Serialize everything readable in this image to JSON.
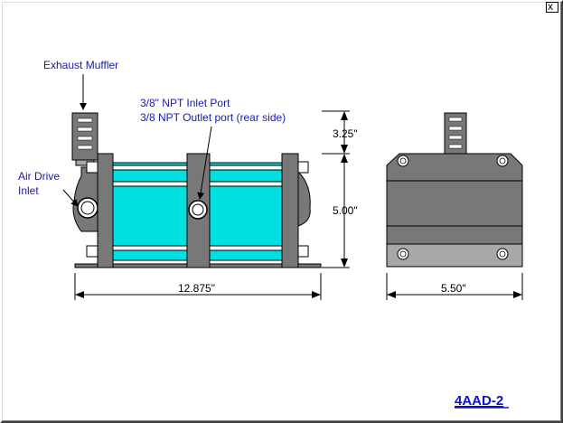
{
  "labels": {
    "exhaust_muffler": "Exhaust Muffler",
    "inlet_port": "3/8\" NPT Inlet Port",
    "outlet_port": "3/8 NPT Outlet port (rear side)",
    "air_drive_line1": "Air Drive",
    "air_drive_line2": "Inlet"
  },
  "dimensions": {
    "length": "12.875\"",
    "width": "5.50\"",
    "height_body": "5.00\"",
    "height_muffler": "3.25\""
  },
  "model": "4AAD-2",
  "window": {
    "close_glyph": "x"
  },
  "colors": {
    "cylinder": "#00e0e0",
    "housing": "#787878",
    "housing_light": "#a8a8a8",
    "frame": "#000000",
    "label_text": "#1a1aa8"
  }
}
